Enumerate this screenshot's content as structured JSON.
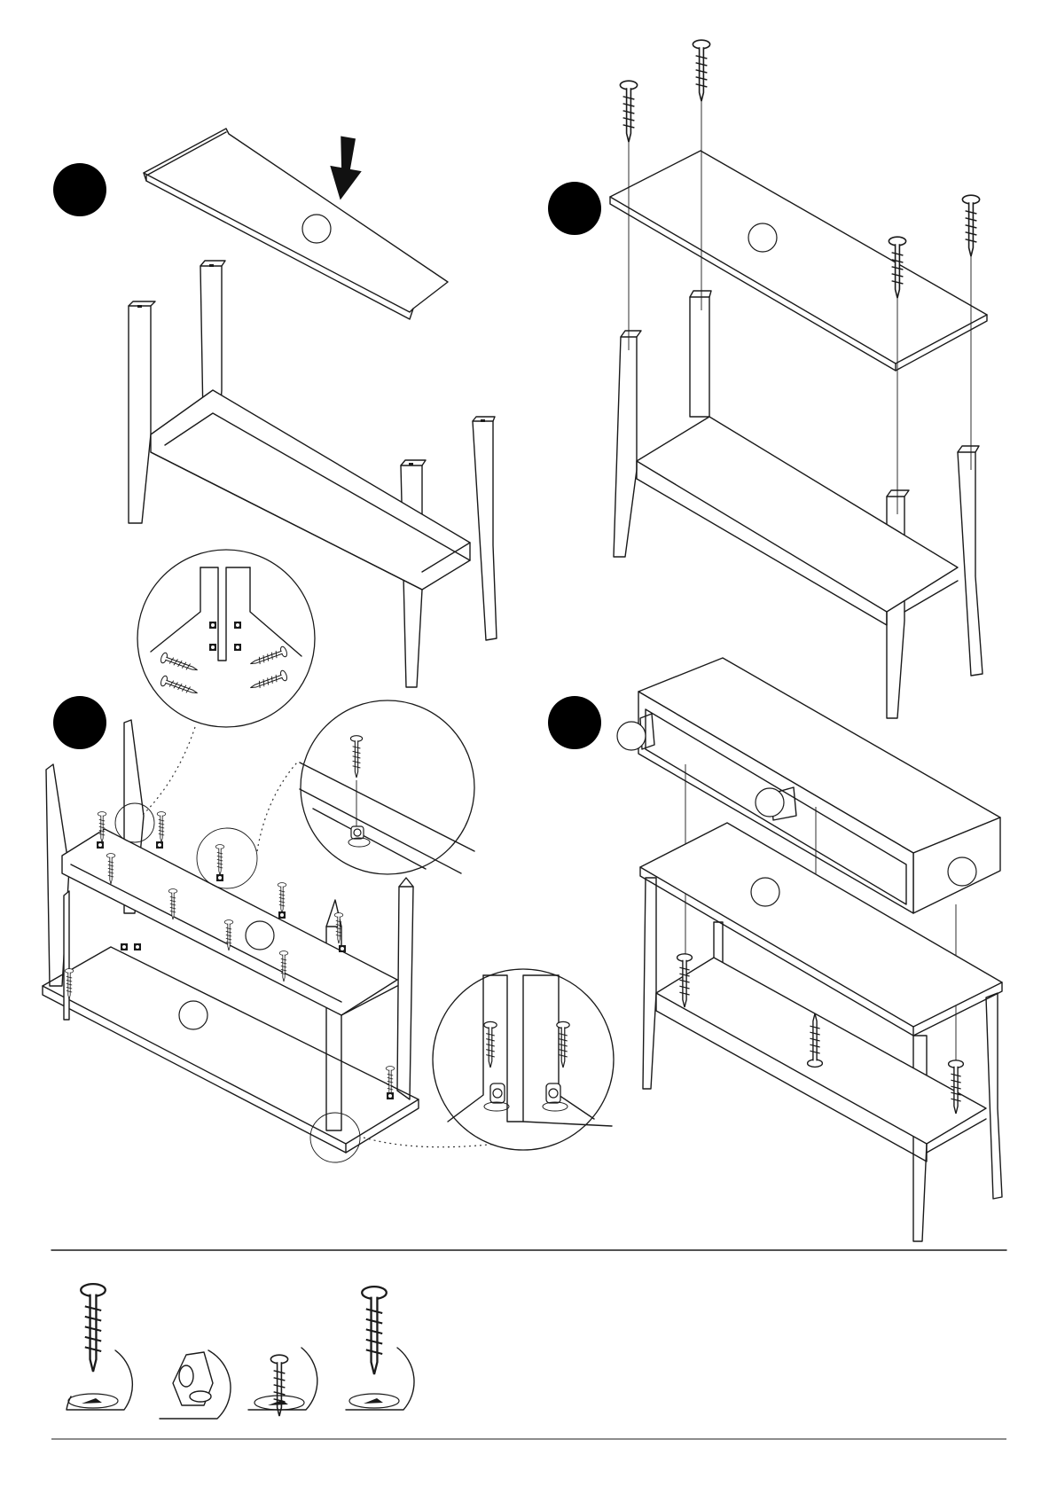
{
  "steps": [
    {
      "id": "step-1",
      "badge": ""
    },
    {
      "id": "step-2",
      "badge": ""
    },
    {
      "id": "step-3",
      "badge": ""
    },
    {
      "id": "step-4",
      "badge": ""
    }
  ],
  "part_labels": [
    "",
    "",
    "",
    "",
    "",
    "",
    ""
  ],
  "hardware": [
    {
      "icon": "long-screw-icon",
      "label": ""
    },
    {
      "icon": "corner-bracket-icon",
      "label": ""
    },
    {
      "icon": "short-screw-icon",
      "label": ""
    },
    {
      "icon": "medium-screw-icon",
      "label": ""
    }
  ],
  "colors": {
    "ink": "#1a1a1a",
    "badge": "#000000",
    "paper": "#ffffff"
  }
}
